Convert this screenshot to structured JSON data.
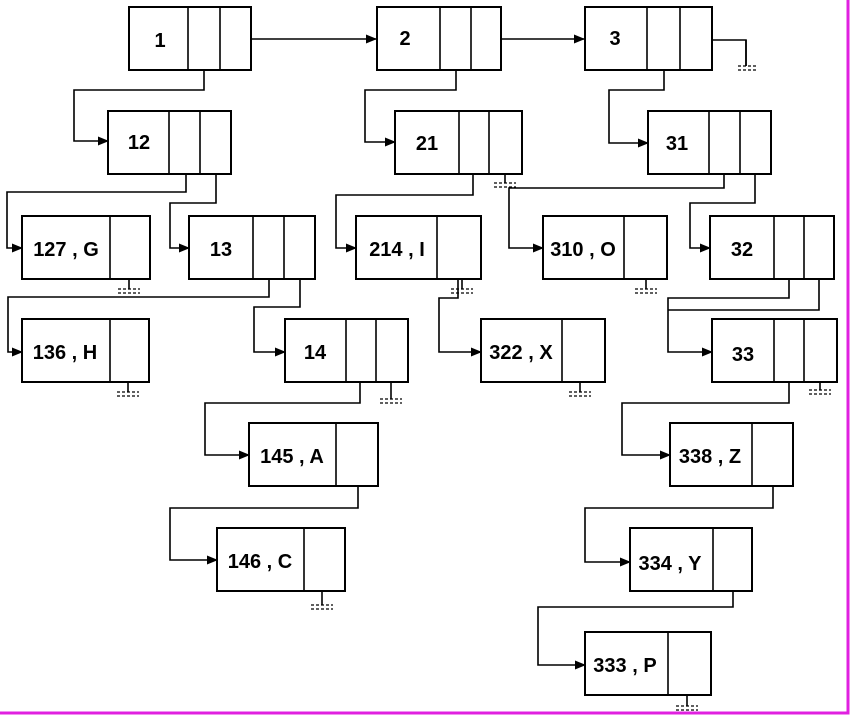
{
  "nodes": {
    "n1": {
      "label": "1"
    },
    "n2": {
      "label": "2"
    },
    "n3": {
      "label": "3"
    },
    "n12": {
      "label": "12"
    },
    "n21": {
      "label": "21"
    },
    "n31": {
      "label": "31"
    },
    "n127": {
      "label": "127 , G"
    },
    "n13": {
      "label": "13"
    },
    "n214": {
      "label": "214 , I"
    },
    "n310": {
      "label": "310 , O"
    },
    "n32": {
      "label": "32"
    },
    "n136": {
      "label": "136 , H"
    },
    "n14": {
      "label": "14"
    },
    "n322": {
      "label": "322 , X"
    },
    "n33": {
      "label": "33"
    },
    "n145": {
      "label": "145 , A"
    },
    "n338": {
      "label": "338 , Z"
    },
    "n146": {
      "label": "146 , C"
    },
    "n334": {
      "label": "334 , Y"
    },
    "n333": {
      "label": "333 , P"
    }
  },
  "colors": {
    "frame": "#e020e0",
    "line": "#000000",
    "background": "#ffffff"
  }
}
